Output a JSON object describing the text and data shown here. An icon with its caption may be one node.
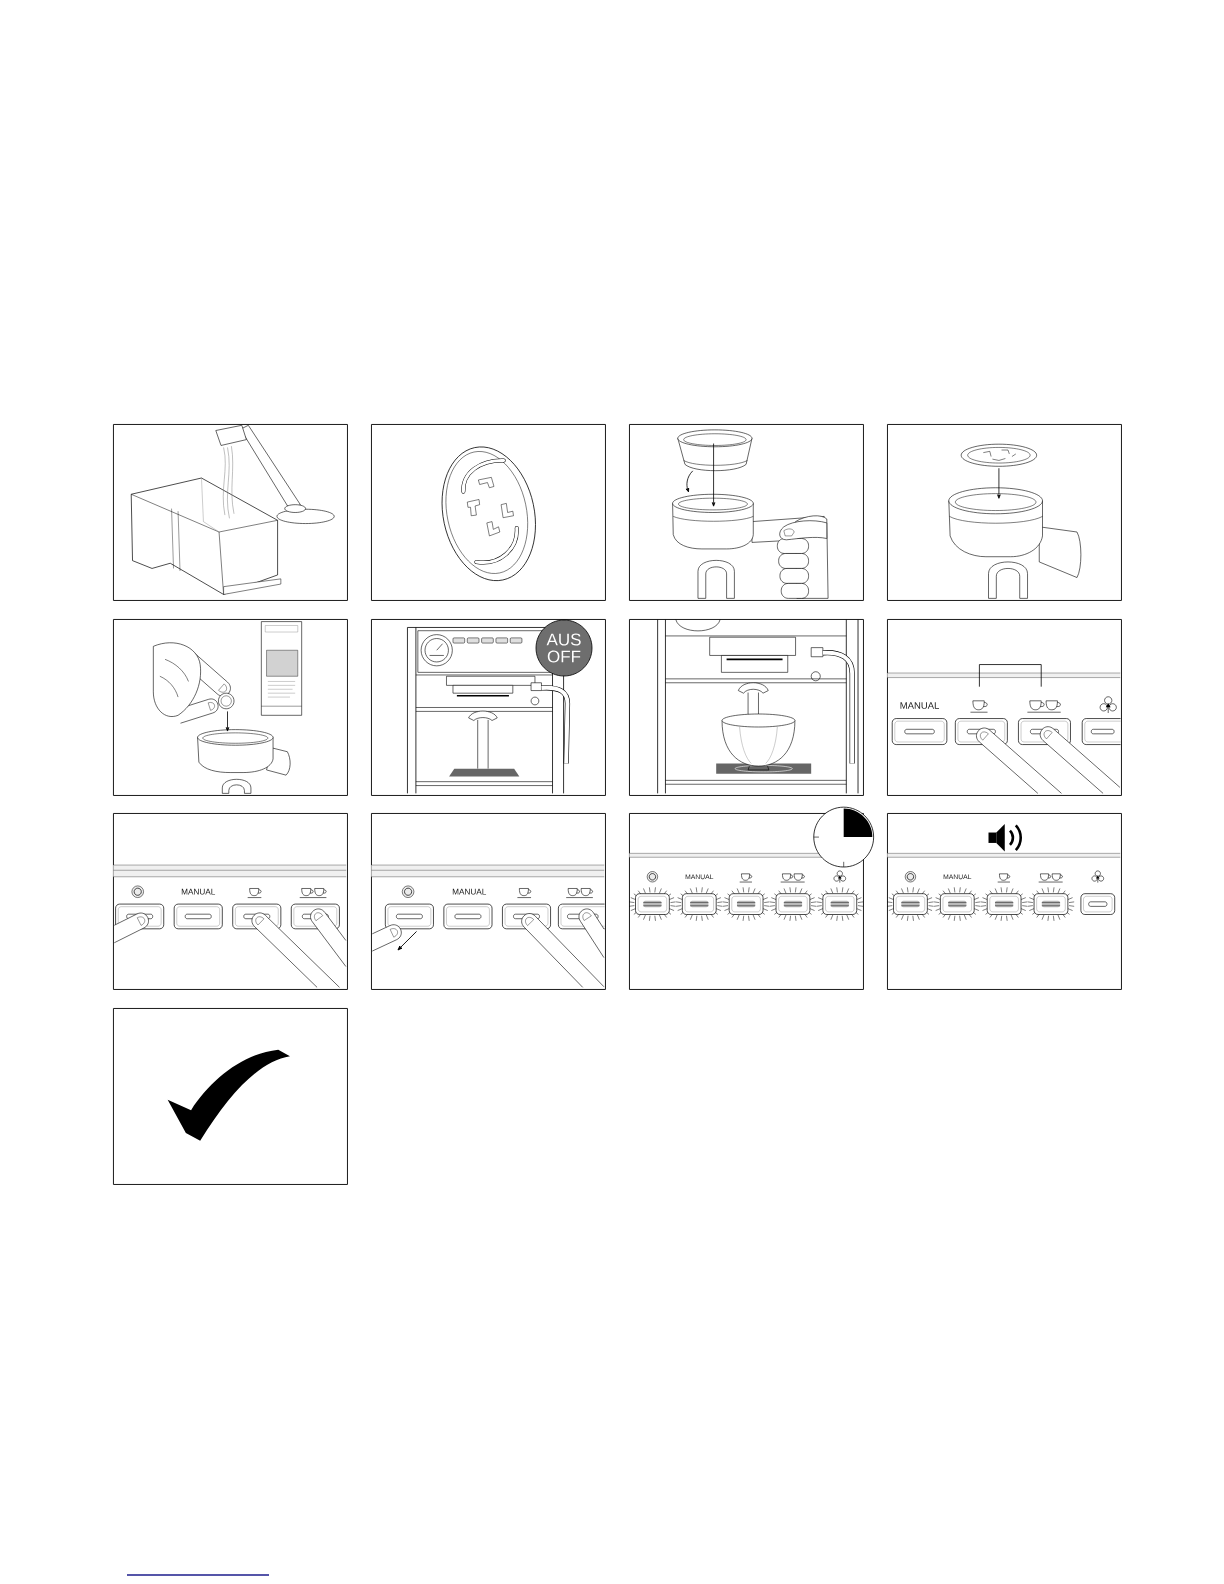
{
  "diagram": {
    "nodes": [
      {
        "text": [],
        "shape": "picture"
      },
      {
        "text": [],
        "shape": "picture"
      },
      {
        "text": [],
        "shape": "picture"
      },
      {
        "text": [],
        "shape": "picture"
      },
      {
        "text": [],
        "shape": "picture"
      },
      {
        "text": [],
        "shape": "picture"
      },
      {
        "text": [
          "AUS OFF"
        ],
        "in": 5
      },
      {
        "text": [],
        "shape": "picture"
      },
      {
        "text": [],
        "shape": "picture"
      },
      {
        "text": [],
        "shape": "picture"
      },
      {
        "text": [],
        "shape": "picture"
      },
      {
        "text": [],
        "shape": "picture"
      },
      {
        "text": [],
        "shape": "picture"
      },
      {
        "text": [],
        "shape": "picture"
      },
      {
        "text": [],
        "shape": "checkmark",
        "in": 13
      }
    ],
    "labels": [
      "MANUAL",
      "MANUAL",
      "MANUAL",
      "MANUAL",
      "MANUAL"
    ]
  }
}
